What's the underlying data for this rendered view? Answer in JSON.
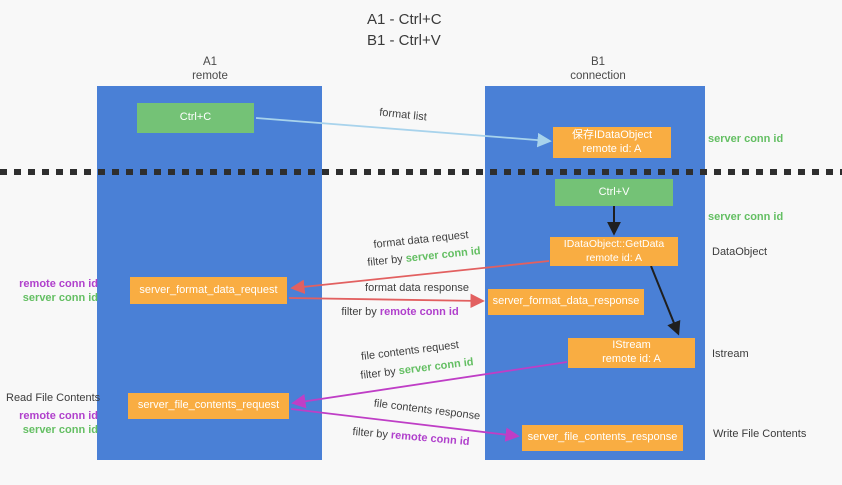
{
  "title": {
    "line1": "A1 - Ctrl+C",
    "line2": "B1 - Ctrl+V"
  },
  "columns": {
    "a1": {
      "name": "A1",
      "subtitle": "remote"
    },
    "b1": {
      "name": "B1",
      "subtitle": "connection"
    }
  },
  "nodes": {
    "ctrl_c": {
      "label": "Ctrl+C"
    },
    "save_idataobject": {
      "line1": "保存IDataObject",
      "line2": "remote id: A"
    },
    "ctrl_v": {
      "label": "Ctrl+V"
    },
    "getdata": {
      "line1": "IDataObject::GetData",
      "line2": "remote id: A"
    },
    "format_request": {
      "label": "server_format_data_request"
    },
    "format_response": {
      "label": "server_format_data_response"
    },
    "istream": {
      "line1": "IStream",
      "line2": "remote id: A"
    },
    "file_request": {
      "label": "server_file_contents_request"
    },
    "file_response": {
      "label": "server_file_contents_response"
    }
  },
  "arrows": {
    "format_list": {
      "label": "format list"
    },
    "format_data_request": {
      "label": "format data request",
      "filter_prefix": "filter by",
      "filter_id": "server conn id"
    },
    "format_data_response": {
      "label": "format data response",
      "filter_prefix": "filter by",
      "filter_id": "remote conn id"
    },
    "file_contents_request": {
      "label": "file contents request",
      "filter_prefix": "filter by",
      "filter_id": "server conn id"
    },
    "file_contents_response": {
      "label": "file contents response",
      "filter_prefix": "filter by",
      "filter_id": "remote conn id"
    }
  },
  "side_labels": {
    "server_conn_id_top": "server conn id",
    "server_conn_id_mid": "server conn id",
    "dataobject": "DataObject",
    "istream": "Istream",
    "write_file_contents": "Write File Contents",
    "read_file_contents": "Read File Contents",
    "format_left": {
      "remote": "remote conn id",
      "server": "server conn id"
    },
    "file_left": {
      "remote": "remote conn id",
      "server": "server conn id"
    }
  },
  "colors": {
    "column_blue": "#4a80d6",
    "node_orange": "#f9ad42",
    "button_green": "#74c276",
    "label_green": "#64bf63",
    "label_purple": "#b040cc",
    "arrow_red": "#e26060",
    "arrow_magenta": "#bf3ec6",
    "arrow_lightblue": "#a8d3ec",
    "arrow_black": "#1f1f1f"
  }
}
